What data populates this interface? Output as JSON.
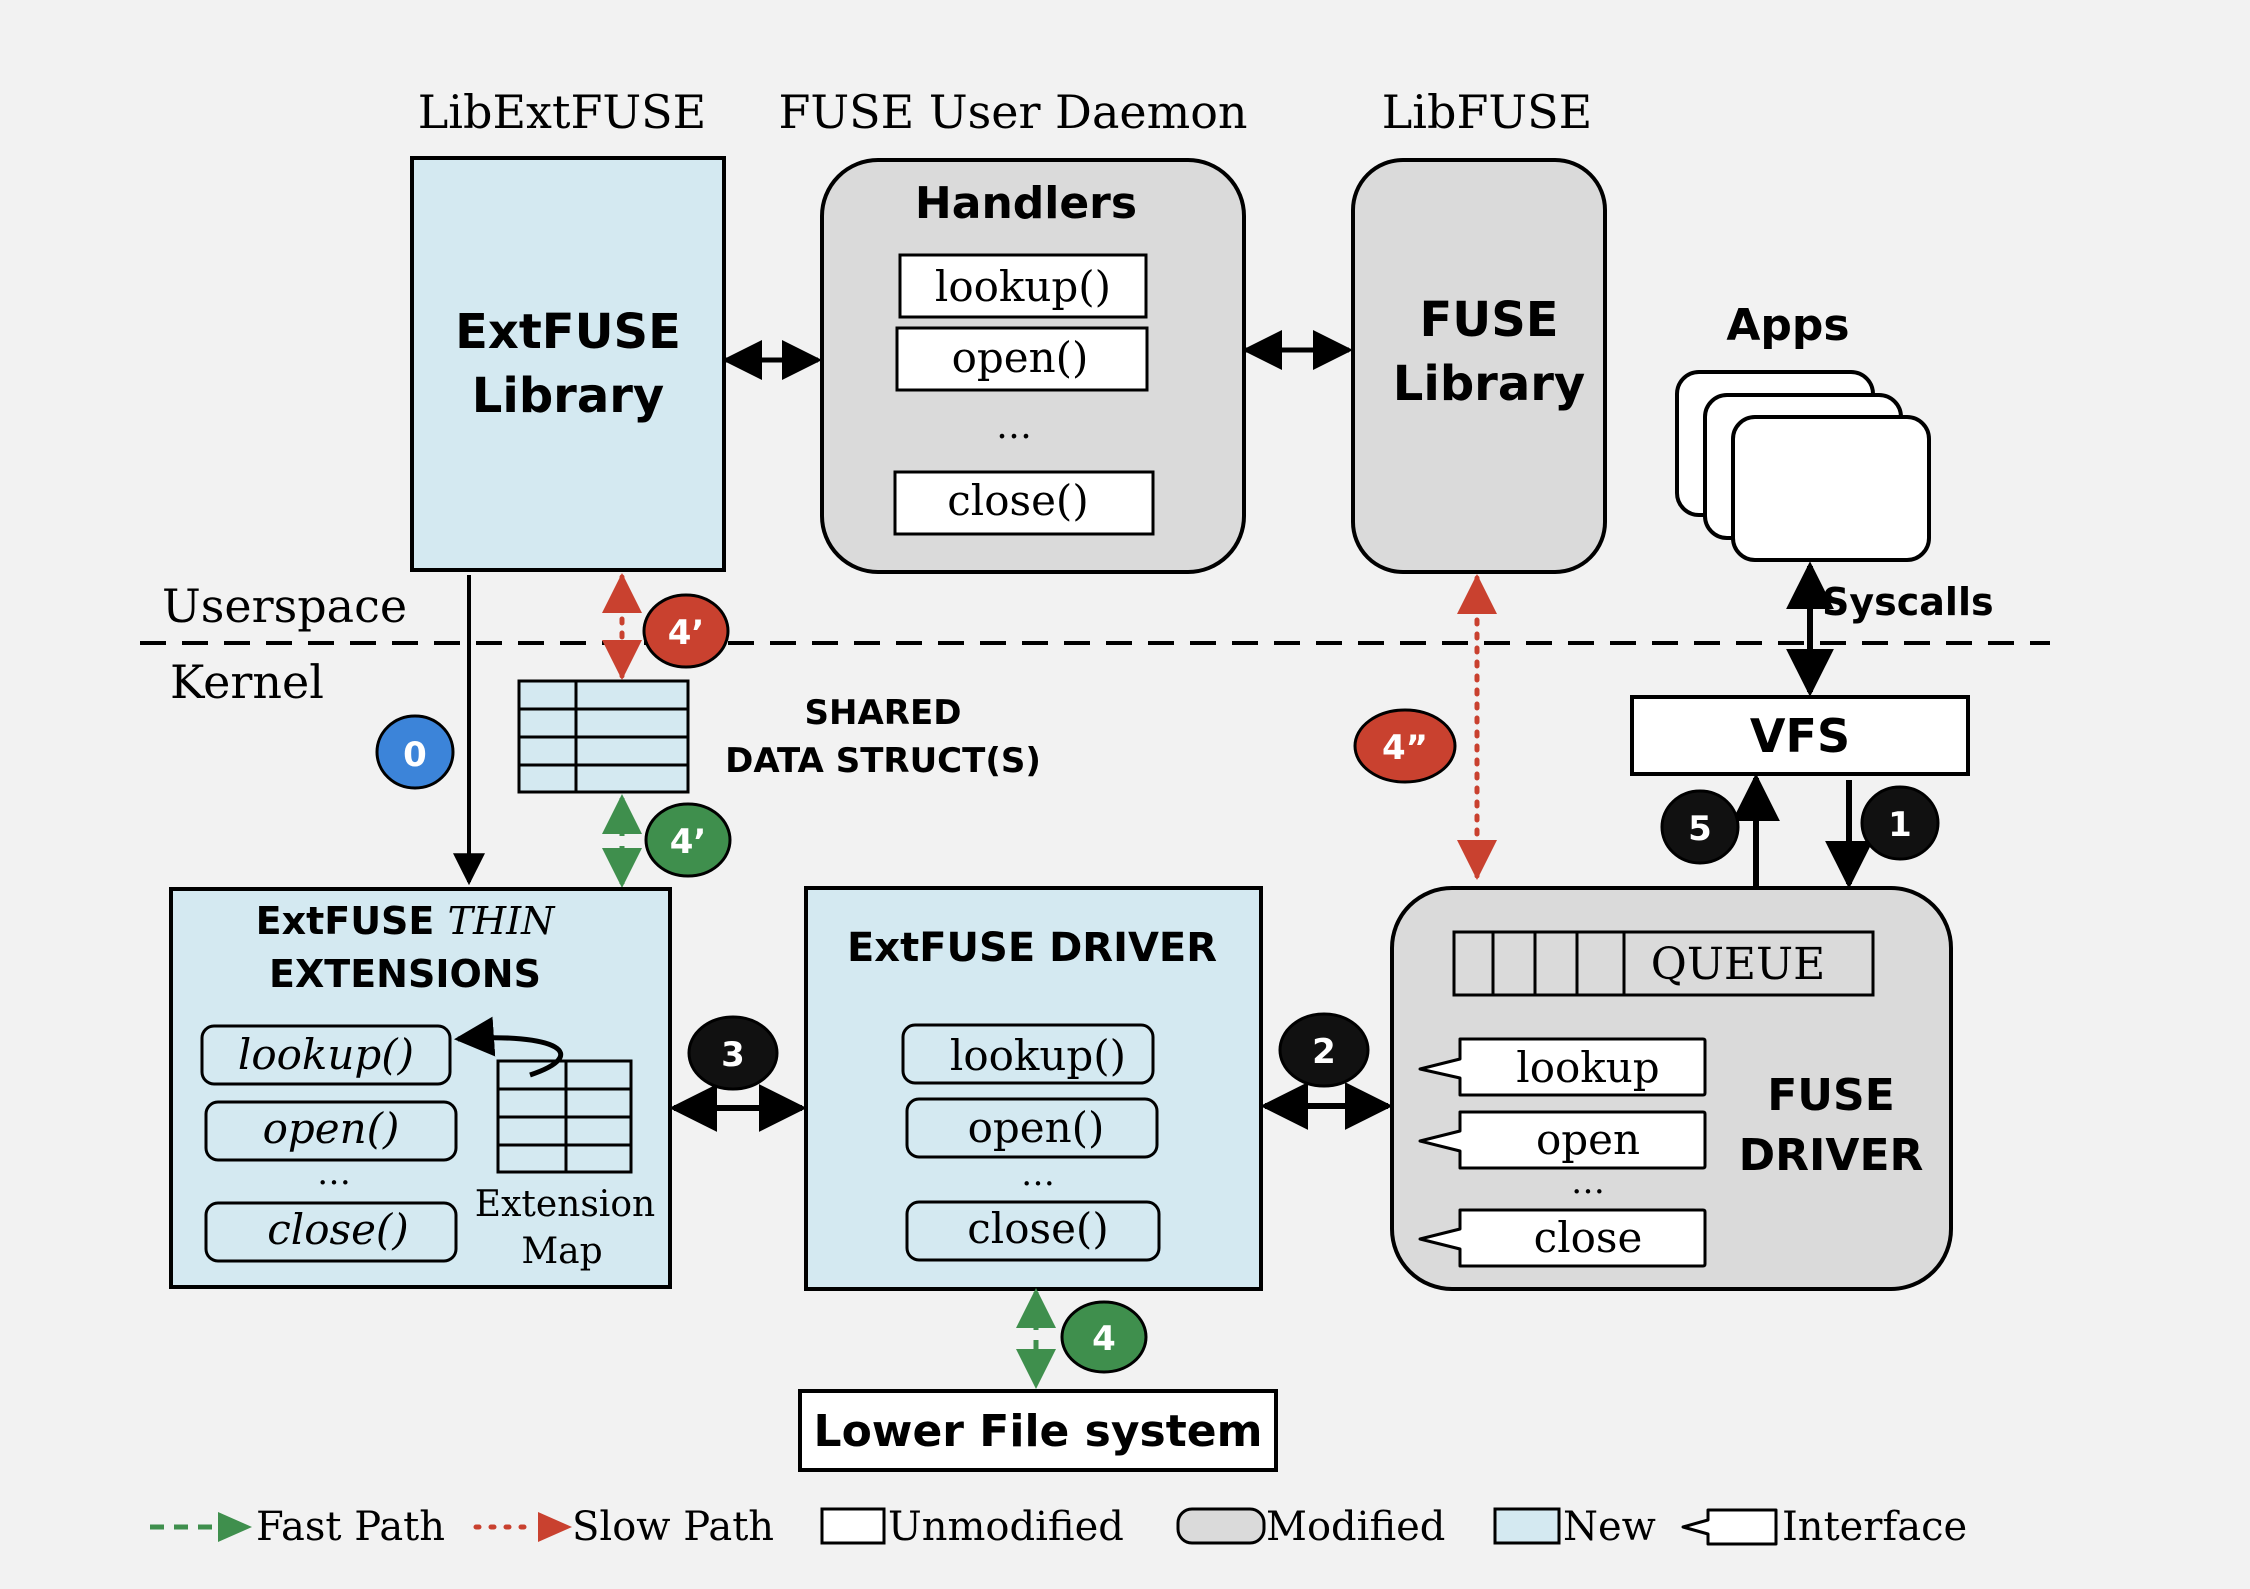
{
  "colors": {
    "background": "#f2f2f2",
    "new": "#d4e9f1",
    "modified": "#dadada",
    "unmodified": "#ffffff",
    "stroke": "#000000",
    "fast_path": "#3f8f4d",
    "slow_path": "#c9412f",
    "badge_blue": "#3c84d9",
    "badge_red": "#c9412f",
    "badge_green": "#3f8f4d",
    "badge_black": "#111111"
  },
  "headers": {
    "libextfuse": "LibExtFUSE",
    "daemon": "FUSE User Daemon",
    "libfuse": "LibFUSE"
  },
  "boxes": {
    "extfuse_library": [
      "ExtFUSE",
      "Library"
    ],
    "handlers_title": "Handlers",
    "handlers": [
      "lookup()",
      "open()",
      "…",
      "close()"
    ],
    "fuse_library": [
      "FUSE",
      "Library"
    ],
    "apps": "Apps",
    "syscalls": "Syscalls",
    "vfs": "VFS",
    "shared": [
      "SHARED",
      "DATA STRUCT(S)"
    ],
    "thin_title": [
      "ExtFUSE ",
      "THIN",
      "EXTENSIONS"
    ],
    "thin_handlers": [
      "lookup()",
      "open()",
      "…",
      "close()"
    ],
    "extension_map": [
      "Extension",
      "Map"
    ],
    "driver_title": "ExtFUSE DRIVER",
    "driver_handlers": [
      "lookup()",
      "open()",
      "…",
      "close()"
    ],
    "queue": "QUEUE",
    "fuse_driver_ops": [
      "lookup",
      "open",
      "…",
      "close"
    ],
    "fuse_driver": [
      "FUSE",
      "DRIVER"
    ],
    "lower_fs": "Lower File system"
  },
  "regions": {
    "userspace": "Userspace",
    "kernel": "Kernel"
  },
  "badges": {
    "b0": "0",
    "b4p_red": "4’",
    "b4p_green": "4’",
    "b4pp_red": "4”",
    "b1": "1",
    "b5": "5",
    "b2": "2",
    "b3": "3",
    "b4": "4"
  },
  "legend": {
    "fast_path": "Fast Path",
    "slow_path": "Slow Path",
    "unmodified": "Unmodified",
    "modified": "Modified",
    "new": "New",
    "interface": "Interface"
  }
}
